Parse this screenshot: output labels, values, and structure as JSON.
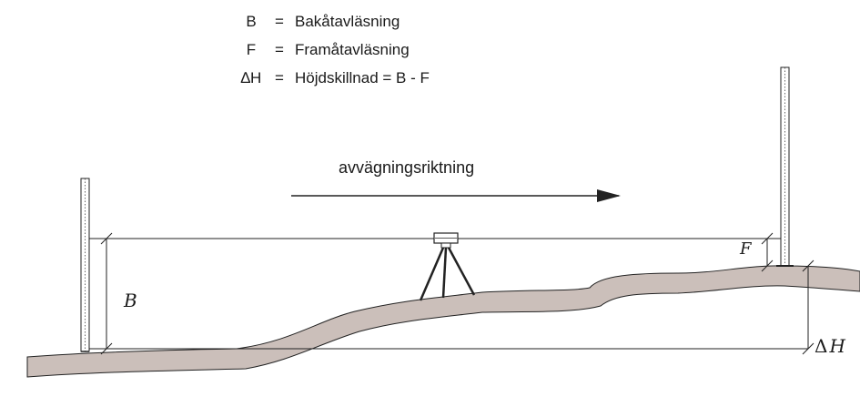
{
  "legend": {
    "rows": [
      {
        "symbol": "B",
        "equals": "=",
        "text": "Bakåtavläsning"
      },
      {
        "symbol": "F",
        "equals": "=",
        "text": "Framåtavläsning"
      },
      {
        "symbol": "∆H",
        "equals": "=",
        "text": "Höjdskillnad = B - F"
      }
    ]
  },
  "direction": {
    "label": "avvägningsriktning"
  },
  "labels": {
    "b": "B",
    "f": "F",
    "dh_delta": "Δ",
    "dh_h": "H"
  },
  "colors": {
    "ground_shadow": "#cbbfba",
    "line": "#222222"
  }
}
